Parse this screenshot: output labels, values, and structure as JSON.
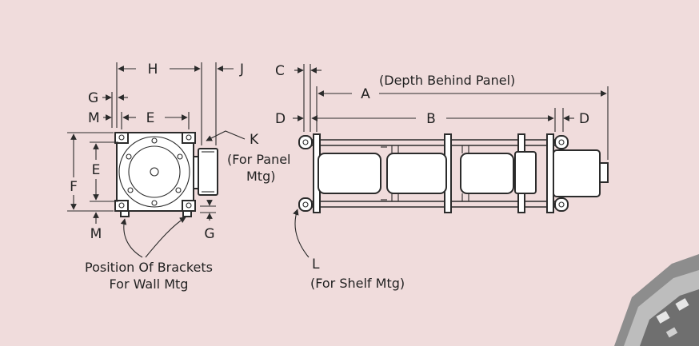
{
  "labels": {
    "H": "H",
    "J": "J",
    "G_top": "G",
    "M_top": "M",
    "E_top": "E",
    "K": "K",
    "E_side": "E",
    "F": "F",
    "M_bottom": "M",
    "G_bottom": "G",
    "for_panel_mtg": [
      "(For Panel",
      "Mtg)"
    ],
    "position_of_brackets": [
      "Position Of Brackets",
      "For Wall Mtg"
    ],
    "C": "C",
    "A": "A",
    "depth_behind_panel": "(Depth Behind Panel)",
    "D_left": "D",
    "B": "B",
    "D_right": "D",
    "L": "L",
    "for_shelf_mtg": "(For Shelf Mtg)"
  },
  "colors": {
    "background": "#f0dcdc",
    "ink": "#2b2b2b",
    "part_fill": "#ffffff"
  }
}
